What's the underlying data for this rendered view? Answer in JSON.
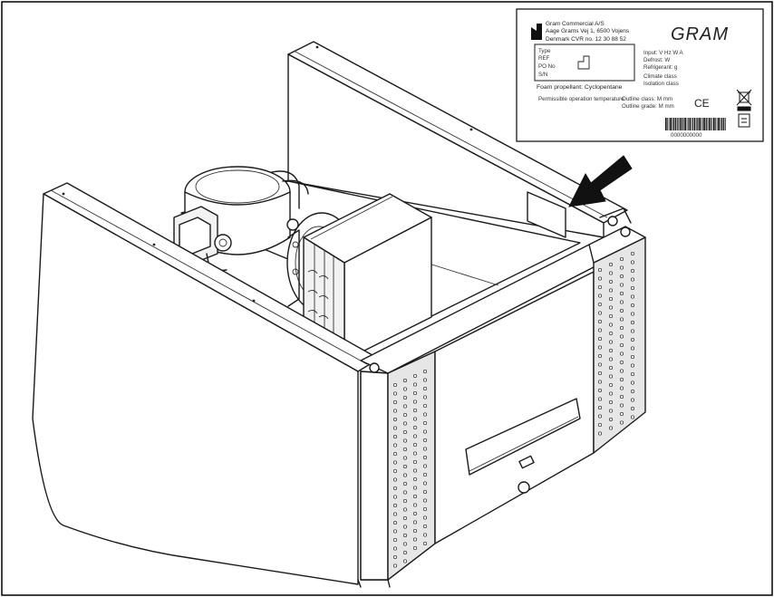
{
  "rating_label": {
    "manufacturer_line1": "Gram Commercial A/S",
    "manufacturer_line2": "Aage Grams Vej 1, 6500 Vojens",
    "manufacturer_line3": "Denmark CVR no. 12 30 88 52",
    "brand": "GRAM",
    "left_box_lines": [
      "Type",
      "REF",
      "PO No",
      "S/N"
    ],
    "right_lines": [
      "Input: V Hz W A",
      "Defrost: W",
      "Refrigerant: g",
      "Climate class",
      "Isolation class"
    ],
    "foam_line": "Foam propellant: Cyclopentane",
    "permissible_line": "Permissible operation temperature",
    "outline_line1": "Outline class:     M mm",
    "outline_line2": "Outline grade:  M mm",
    "ce_mark": "CE",
    "barcode_text": "0000000000"
  },
  "colors": {
    "line": "#1a1a1a",
    "panel_fill": "#f2f2f2",
    "arrow_fill": "#111111",
    "frame": "#000000"
  },
  "icons": [
    "factory-icon",
    "ce-mark-icon",
    "weee-bin-icon",
    "manual-icon",
    "barcode-icon",
    "arrow-icon"
  ]
}
